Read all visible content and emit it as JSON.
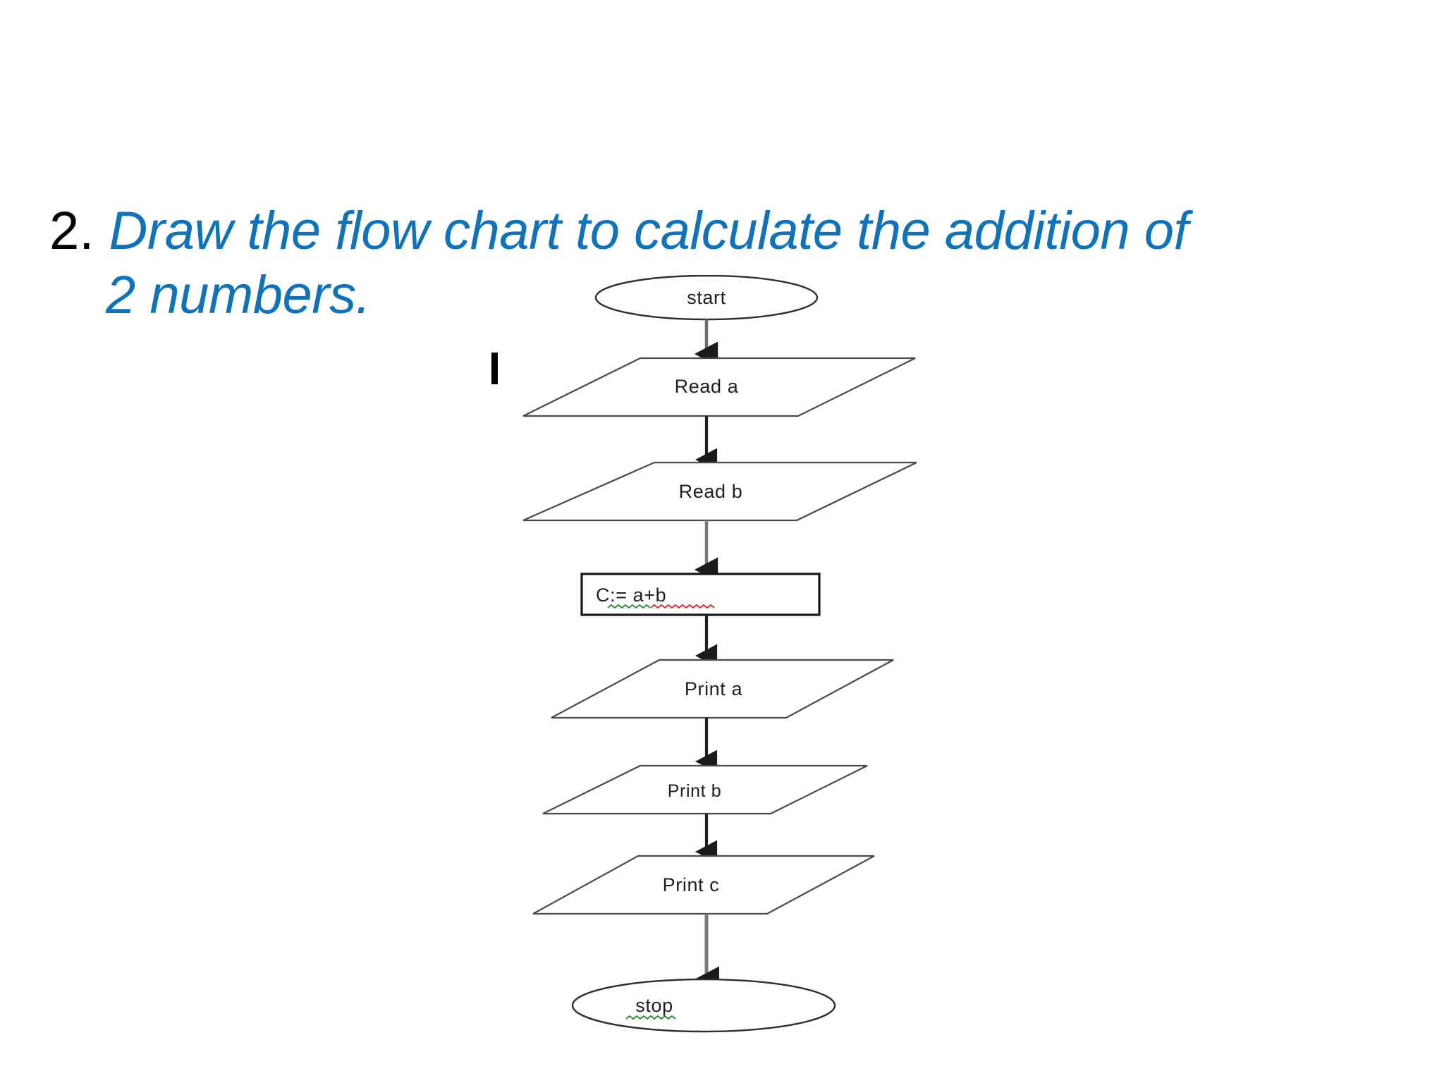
{
  "slide": {
    "background_color": "#ffffff",
    "title": {
      "number": "2.",
      "line1": "Draw the flow chart to calculate the addition of",
      "line2": "2 numbers.",
      "text_color": "#1072b8",
      "number_color": "#000000"
    },
    "stray_marker": "|"
  },
  "chart_data": {
    "type": "diagram",
    "diagram_kind": "flowchart",
    "title": "Flow chart to calculate the addition of 2 numbers",
    "orientation": "top-to-bottom",
    "nodes": [
      {
        "id": "start",
        "label": "start",
        "shape": "ellipse",
        "spellcheck": "none"
      },
      {
        "id": "read_a",
        "label": "Read a",
        "shape": "parallelogram",
        "spellcheck": "none"
      },
      {
        "id": "read_b",
        "label": "Read b",
        "shape": "parallelogram",
        "spellcheck": "none"
      },
      {
        "id": "assign",
        "label": "C:= a+b",
        "shape": "rectangle",
        "spellcheck": "green-and-red"
      },
      {
        "id": "print_a",
        "label": "Print a",
        "shape": "parallelogram",
        "spellcheck": "none"
      },
      {
        "id": "print_b",
        "label": "Print b",
        "shape": "parallelogram",
        "spellcheck": "none"
      },
      {
        "id": "print_c",
        "label": "Print c",
        "shape": "parallelogram",
        "spellcheck": "none"
      },
      {
        "id": "stop",
        "label": "stop",
        "shape": "ellipse",
        "spellcheck": "green"
      }
    ],
    "edges": [
      {
        "from": "start",
        "to": "read_a",
        "style": "arrow"
      },
      {
        "from": "read_a",
        "to": "read_b",
        "style": "arrow"
      },
      {
        "from": "read_b",
        "to": "assign",
        "style": "arrow"
      },
      {
        "from": "assign",
        "to": "print_a",
        "style": "arrow"
      },
      {
        "from": "print_a",
        "to": "print_b",
        "style": "arrow"
      },
      {
        "from": "print_b",
        "to": "print_c",
        "style": "arrow"
      },
      {
        "from": "print_c",
        "to": "stop",
        "style": "arrow"
      }
    ],
    "colors": {
      "stroke": "#3a3a3a",
      "text": "#20201e",
      "spell_green": "#1f8a1f",
      "spell_red": "#e02020",
      "fill": "#ffffff"
    }
  }
}
